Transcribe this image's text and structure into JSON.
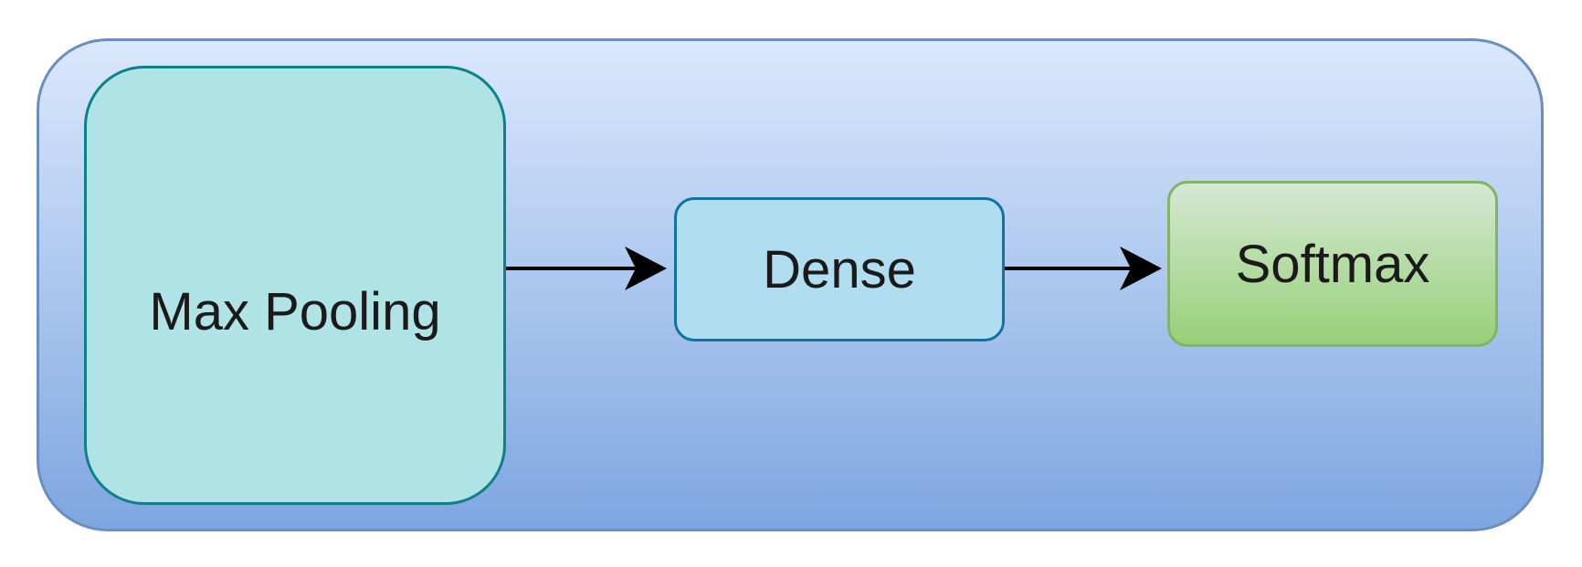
{
  "diagram": {
    "nodes": {
      "max_pooling": "Max Pooling",
      "dense": "Dense",
      "softmax": "Softmax"
    },
    "edges": [
      {
        "from": "Max Pooling",
        "to": "Dense"
      },
      {
        "from": "Dense",
        "to": "Softmax"
      }
    ]
  },
  "colors": {
    "container_fill_top": "#dae8fc",
    "container_fill_bottom": "#7ea6e0",
    "container_stroke": "#6c8ebf",
    "max_pooling_fill": "#b0e3e6",
    "max_pooling_stroke": "#0e8088",
    "dense_fill": "#b1ddf0",
    "dense_stroke": "#10739e",
    "softmax_fill_top": "#d5e8d4",
    "softmax_fill_bottom": "#97d077",
    "softmax_stroke": "#82b366",
    "arrow": "#000000"
  }
}
